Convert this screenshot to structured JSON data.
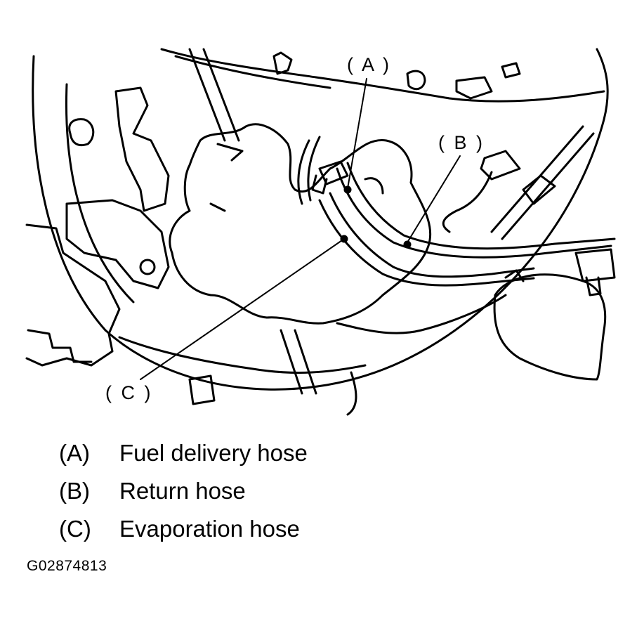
{
  "diagram": {
    "callouts": [
      {
        "label": "( A )"
      },
      {
        "label": "( B )"
      },
      {
        "label": "( C )"
      }
    ]
  },
  "legend": {
    "items": [
      {
        "key": "(A)",
        "text": "Fuel delivery hose"
      },
      {
        "key": "(B)",
        "text": "Return hose"
      },
      {
        "key": "(C)",
        "text": "Evaporation hose"
      }
    ]
  },
  "figure_id": "G02874813",
  "colors": {
    "ink": "#000000",
    "paper": "#ffffff"
  }
}
